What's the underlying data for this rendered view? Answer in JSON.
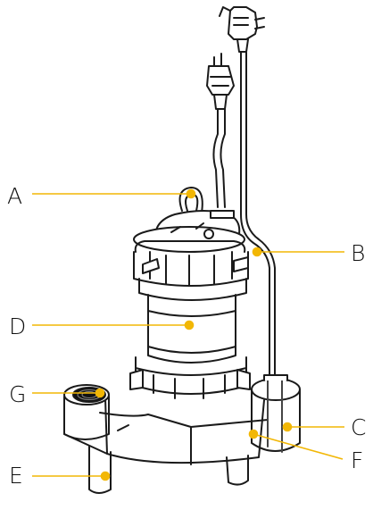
{
  "labels": {
    "a": "A",
    "b": "B",
    "c": "C",
    "d": "D",
    "e": "E",
    "f": "F",
    "g": "G"
  },
  "colors": {
    "callout": "#F2B705",
    "line_art": "#1a1a1a",
    "background": "#ffffff"
  },
  "icons": {
    "product": "sewage-ejector-pump-icon",
    "power-plug": "plug-icon",
    "piggyback-plug": "plug-icon"
  }
}
